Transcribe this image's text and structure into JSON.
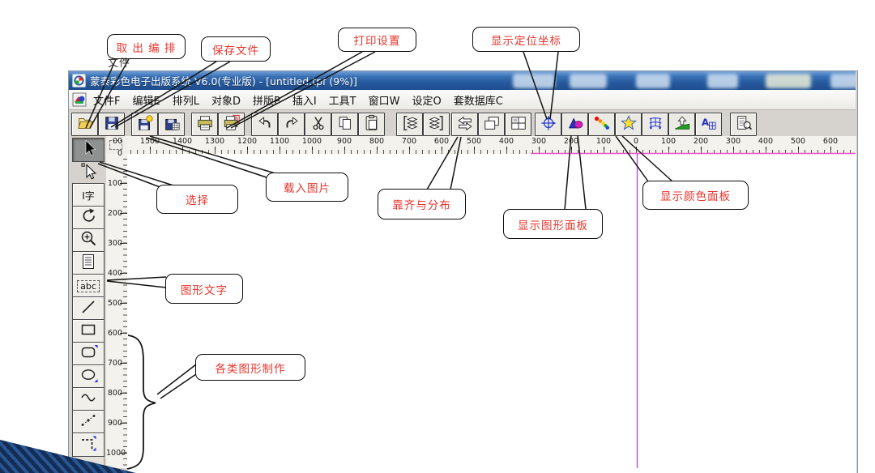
{
  "window": {
    "title": "蒙泰彩色电子出版系统 V6.0(专业版) - [untitled.tpf (9%)]"
  },
  "menu": {
    "items": [
      "文件F",
      "编辑E",
      "排列L",
      "对象D",
      "拼版P",
      "插入I",
      "工具T",
      "窗口W",
      "设定O",
      "套数据库C"
    ]
  },
  "toolbar": {
    "buttons": [
      {
        "name": "open-file",
        "icon": "folder-open-icon"
      },
      {
        "name": "save-file",
        "icon": "floppy-icon"
      },
      {
        "name": "load-picture",
        "icon": "floppy-image-icon"
      },
      {
        "name": "picture-manager",
        "icon": "floppy-grid-icon"
      },
      {
        "name": "print",
        "icon": "printer-icon"
      },
      {
        "name": "print-setup",
        "icon": "printer-red-icon"
      },
      {
        "name": "undo",
        "icon": "undo-arrow-icon"
      },
      {
        "name": "redo",
        "icon": "redo-arrow-icon"
      },
      {
        "name": "cut",
        "icon": "scissors-icon"
      },
      {
        "name": "copy",
        "icon": "copy-pages-icon"
      },
      {
        "name": "paste",
        "icon": "clipboard-icon"
      },
      {
        "name": "bring-to-front",
        "icon": "layer-front-icon"
      },
      {
        "name": "send-to-back",
        "icon": "layer-back-icon"
      },
      {
        "name": "align-distribute",
        "icon": "swap-arrows-icon"
      },
      {
        "name": "cascade-pages",
        "icon": "cascade-icon"
      },
      {
        "name": "combine-panes",
        "icon": "panes-icon"
      },
      {
        "name": "show-position-coords",
        "icon": "compass-icon"
      },
      {
        "name": "show-graphics-panel",
        "icon": "shapes-icon"
      },
      {
        "name": "show-color-panel",
        "icon": "color-dots-icon"
      },
      {
        "name": "star-tool",
        "icon": "star-icon"
      },
      {
        "name": "mesh-warp",
        "icon": "mesh-icon"
      },
      {
        "name": "page-up",
        "icon": "hill-arrow-icon"
      },
      {
        "name": "text-grid",
        "icon": "letter-grid-icon"
      },
      {
        "name": "print-preview",
        "icon": "doc-magnifier-icon"
      }
    ]
  },
  "side_tools": [
    {
      "name": "select-tool",
      "icon": "black-arrow-icon",
      "selected": true
    },
    {
      "name": "direct-select-tool",
      "icon": "white-arrow-icon",
      "flat": true
    },
    {
      "name": "text-tool",
      "icon": "text-glyph",
      "glyph": "I字"
    },
    {
      "name": "rotate-tool",
      "icon": "rotate-icon"
    },
    {
      "name": "zoom-tool",
      "icon": "magnifier-icon"
    },
    {
      "name": "text-block-tool",
      "icon": "doc-lines-icon"
    },
    {
      "name": "graphic-text-tool",
      "icon": "abc-glyph",
      "glyph": "abc"
    },
    {
      "name": "line-tool",
      "icon": "line-icon"
    },
    {
      "name": "rect-tool",
      "icon": "rect-icon"
    },
    {
      "name": "rounded-rect-tool",
      "icon": "rounded-rect-icon"
    },
    {
      "name": "ellipse-tool",
      "icon": "ellipse-icon"
    },
    {
      "name": "curve-tool",
      "icon": "wave-icon"
    },
    {
      "name": "polyline-tool",
      "icon": "polyline-icon"
    },
    {
      "name": "dashed-box-tool",
      "icon": "dash-corner-icon"
    }
  ],
  "rulers": {
    "horizontal_labels": [
      "00",
      "1500",
      "1400",
      "1300",
      "1200",
      "1100",
      "1000",
      "900",
      "800",
      "700",
      "600",
      "500",
      "400",
      "300",
      "200",
      "100",
      "0",
      "100",
      "200",
      "300",
      "400",
      "500",
      "600"
    ],
    "vertical_labels": [
      "0",
      "100",
      "200",
      "300",
      "400",
      "500",
      "600",
      "700",
      "800",
      "900",
      "1000"
    ]
  },
  "callouts": [
    {
      "id": "open-layout-file",
      "text": "取 出 编 排"
    },
    {
      "id": "open-layout-file-overflow",
      "text": "文件"
    },
    {
      "id": "save-file",
      "text": "保存文件"
    },
    {
      "id": "print-setup",
      "text": "打印设置"
    },
    {
      "id": "show-position-coords",
      "text": "显示定位坐标"
    },
    {
      "id": "select",
      "text": "选择"
    },
    {
      "id": "load-image",
      "text": "载入图片"
    },
    {
      "id": "align-distribute",
      "text": "靠齐与分布"
    },
    {
      "id": "show-graphics-panel",
      "text": "显示图形面板"
    },
    {
      "id": "show-color-panel",
      "text": "显示颜色面板"
    },
    {
      "id": "graphic-text",
      "text": "图形文字"
    },
    {
      "id": "shape-tools",
      "text": "各类图形制作"
    }
  ],
  "colors": {
    "callout_text": "#e8352c",
    "titlebar_blue": "#2f67b0",
    "vertical_guide": "#b455d4",
    "horizontal_guide": "#ee55cc"
  }
}
